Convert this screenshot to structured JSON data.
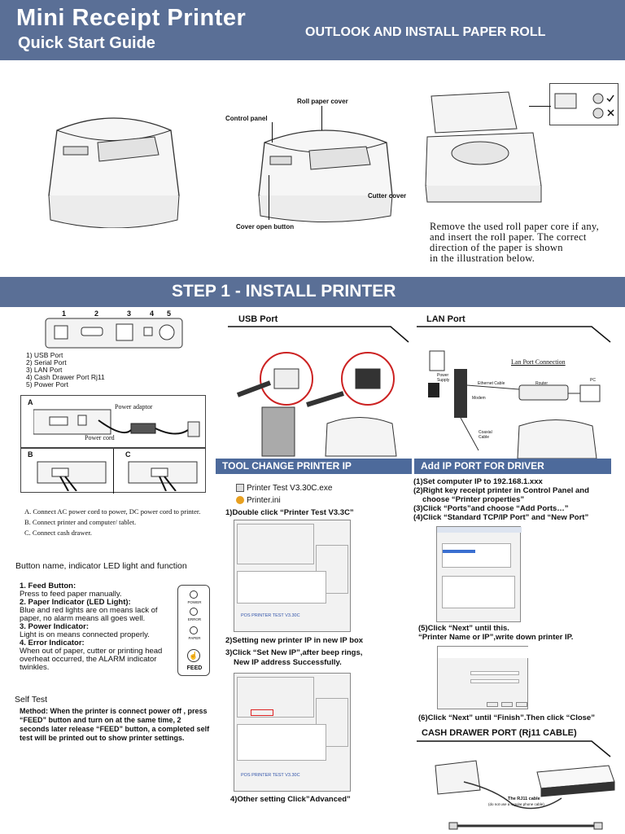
{
  "header": {
    "title": "Mini Receipt Printer",
    "subtitle": "Quick Start Guide",
    "section": "OUTLOOK  AND INSTALL PAPER ROLL"
  },
  "outlook": {
    "labels": {
      "roll_cover": "Roll paper cover",
      "control_panel": "Control panel",
      "cutter_cover": "Cutter cover",
      "cover_open": "Cover open button"
    },
    "paper_note": [
      "Remove the used roll paper core if any,",
      "and insert the roll paper. The correct",
      "direction of the paper is shown",
      "in the illustration below."
    ]
  },
  "step1": {
    "title": "STEP 1 - INSTALL PRINTER"
  },
  "ports": {
    "numbers": [
      "1",
      "2",
      "3",
      "4",
      "5"
    ],
    "list": [
      "1) USB Port",
      "2) Serial Port",
      "3) LAN Port",
      "4) Cash Drawer Port Rj11",
      "5) Power Port"
    ],
    "diagram_labels": {
      "a": "A",
      "b": "B",
      "c": "C",
      "power_adaptor": "Power adaptor",
      "power_cord": "Power cord"
    },
    "instructions": [
      "A. Connect AC power cord to power, DC power cord to printer.",
      "B. Connect printer and computer/ tablet.",
      "C. Connect cash drawer."
    ]
  },
  "usb": {
    "title": "USB Port"
  },
  "lan": {
    "title": "LAN Port",
    "diagram_title": "Lan Port Connection",
    "labels": {
      "power_supply": "Power Supply",
      "ethernet": "Ethernet Cable",
      "router": "Router",
      "modem": "Modem",
      "pc": "PC",
      "coaxial": "Coaxial Cable"
    }
  },
  "buttons_section": {
    "title": "Button name, indicator LED light and function",
    "items": [
      {
        "name": "1. Feed Button:",
        "desc": "Press to feed paper manually."
      },
      {
        "name": "2. Paper  Indicator (LED Light):",
        "desc": "Blue and red lights are on means lack of paper, no alarm means all goes well."
      },
      {
        "name": "3. Power Indicator:",
        "desc": "Light is on means connected properly."
      },
      {
        "name": "4. Error Indicator:",
        "desc": "When out of paper, cutter or printing head overheat occurred, the ALARM indicator twinkles."
      }
    ],
    "panel_labels": [
      "POWER",
      "ERROR",
      "PAPER",
      "FEED"
    ]
  },
  "self_test": {
    "title": "Self Test",
    "desc": "Method: When the printer is connect power off , press “FEED” button and turn on at the same time, 2 seconds later release “FEED” button, a completed self test will be printed out to show printer settings."
  },
  "tool": {
    "title": "TOOL CHANGE PRINTER IP",
    "files": [
      "Printer Test V3.30C.exe",
      "Printer.ini"
    ],
    "step1": "1)Double click “Printer Test V3.3C”",
    "app_title": "POS PRINTER TEST V3.30C",
    "step2": "2)Setting new printer IP in new IP box",
    "step3a": "3)Click “Set New IP”,after beep rings,",
    "step3b": "New IP address Successfully.",
    "step4": "4)Other setting Click”Advanced”"
  },
  "add_ip": {
    "title": "Add IP PORT FOR DRIVER",
    "steps": [
      "(1)Set computer IP to 192.168.1.xxx",
      "(2)Right key receipt printer in Control Panel and",
      "choose “Printer properties”",
      "(3)Click “Ports”and choose “Add Ports…”",
      "(4)Click “Standard TCP/IP Port” and “New Port”"
    ],
    "step5a": "(5)Click “Next” until this.",
    "step5b": "“Printer Name or IP”,write down printer IP.",
    "step6": "(6)Click “Next” until “Finish”.Then click “Close”"
  },
  "cash": {
    "title": "CASH DRAWER PORT (Rj11 CABLE)",
    "cable_label": "The RJ11 cable",
    "cable_note": "(do not use a regular phone cable)"
  },
  "colors": {
    "bar": "#5a6f96",
    "sub_bar": "#4d6a9b"
  }
}
